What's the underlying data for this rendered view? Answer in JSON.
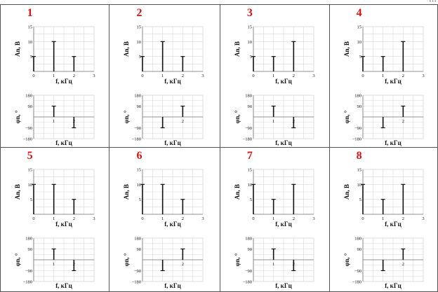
{
  "page": {
    "corner_text": "…"
  },
  "colors": {
    "accent": "#e01010",
    "grid": "#d9d9d9",
    "border": "#555555",
    "axis": "#777777",
    "stem": "#111111"
  },
  "chart_data": [
    {
      "number": "1",
      "amplitude": {
        "type": "bar",
        "ylabel": "An, B",
        "xlabel": "f, кГц",
        "x": [
          0,
          1,
          2
        ],
        "values": [
          5,
          10,
          5
        ],
        "ylim": [
          0,
          15
        ],
        "yticks": [
          "5",
          "10",
          "15"
        ],
        "xlim": [
          0,
          3
        ],
        "xticks": [
          "0",
          "1",
          "2",
          "3"
        ],
        "grid": true
      },
      "phase": {
        "type": "bar",
        "ylabel": "φn, °",
        "xlabel": "f, кГц",
        "x": [
          1,
          2
        ],
        "values": [
          90,
          -90
        ],
        "ylim": [
          -180,
          180
        ],
        "yticks": [
          "180",
          "90",
          "−90",
          "−180"
        ],
        "xlim": [
          0,
          3
        ],
        "xticks": [
          "1",
          "2"
        ],
        "grid": true
      }
    },
    {
      "number": "2",
      "amplitude": {
        "type": "bar",
        "ylabel": "An, B",
        "xlabel": "f, кГц",
        "x": [
          0,
          1,
          2
        ],
        "values": [
          5,
          10,
          5
        ],
        "ylim": [
          0,
          15
        ],
        "yticks": [
          "5",
          "10",
          "15"
        ],
        "xlim": [
          0,
          3
        ],
        "xticks": [
          "0",
          "1",
          "2",
          "3"
        ],
        "grid": true
      },
      "phase": {
        "type": "bar",
        "ylabel": "φn, °",
        "xlabel": "f, кГц",
        "x": [
          1,
          2
        ],
        "values": [
          -90,
          90
        ],
        "ylim": [
          -180,
          180
        ],
        "yticks": [
          "180",
          "90",
          "−90",
          "−180"
        ],
        "xlim": [
          0,
          3
        ],
        "xticks": [
          "1",
          "2"
        ],
        "grid": true
      }
    },
    {
      "number": "3",
      "amplitude": {
        "type": "bar",
        "ylabel": "An, B",
        "xlabel": "f, кГц",
        "x": [
          0,
          1,
          2
        ],
        "values": [
          5,
          5,
          10
        ],
        "ylim": [
          0,
          15
        ],
        "yticks": [
          "5",
          "10",
          "15"
        ],
        "xlim": [
          0,
          3
        ],
        "xticks": [
          "0",
          "1",
          "2",
          "3"
        ],
        "grid": true
      },
      "phase": {
        "type": "bar",
        "ylabel": "φn, °",
        "xlabel": "f, кГц",
        "x": [
          1,
          2
        ],
        "values": [
          90,
          -90
        ],
        "ylim": [
          -180,
          180
        ],
        "yticks": [
          "180",
          "90",
          "−90",
          "−180"
        ],
        "xlim": [
          0,
          3
        ],
        "xticks": [
          "1",
          "2"
        ],
        "grid": true
      }
    },
    {
      "number": "4",
      "amplitude": {
        "type": "bar",
        "ylabel": "An, B",
        "xlabel": "f, кГц",
        "x": [
          0,
          1,
          2
        ],
        "values": [
          5,
          5,
          10
        ],
        "ylim": [
          0,
          15
        ],
        "yticks": [
          "5",
          "10",
          "15"
        ],
        "xlim": [
          0,
          3
        ],
        "xticks": [
          "0",
          "1",
          "2",
          "3"
        ],
        "grid": true
      },
      "phase": {
        "type": "bar",
        "ylabel": "φn, °",
        "xlabel": "f, кГц",
        "x": [
          1,
          2
        ],
        "values": [
          -90,
          90
        ],
        "ylim": [
          -180,
          180
        ],
        "yticks": [
          "180",
          "90",
          "−90",
          "−180"
        ],
        "xlim": [
          0,
          3
        ],
        "xticks": [
          "1",
          "2"
        ],
        "grid": true
      }
    },
    {
      "number": "5",
      "amplitude": {
        "type": "bar",
        "ylabel": "An, B",
        "xlabel": "f, кГц",
        "x": [
          0,
          1,
          2
        ],
        "values": [
          10,
          10,
          5
        ],
        "ylim": [
          0,
          15
        ],
        "yticks": [
          "5",
          "10",
          "15"
        ],
        "xlim": [
          0,
          3
        ],
        "xticks": [
          "0",
          "1",
          "2",
          "3"
        ],
        "grid": true
      },
      "phase": {
        "type": "bar",
        "ylabel": "φn, °",
        "xlabel": "f, кГц",
        "x": [
          1,
          2
        ],
        "values": [
          90,
          -90
        ],
        "ylim": [
          -180,
          180
        ],
        "yticks": [
          "180",
          "90",
          "−90",
          "−180"
        ],
        "xlim": [
          0,
          3
        ],
        "xticks": [
          "1",
          "2"
        ],
        "grid": true
      }
    },
    {
      "number": "6",
      "amplitude": {
        "type": "bar",
        "ylabel": "An, B",
        "xlabel": "f, кГц",
        "x": [
          0,
          1,
          2
        ],
        "values": [
          10,
          10,
          5
        ],
        "ylim": [
          0,
          15
        ],
        "yticks": [
          "5",
          "10",
          "15"
        ],
        "xlim": [
          0,
          3
        ],
        "xticks": [
          "0",
          "1",
          "2",
          "3"
        ],
        "grid": true
      },
      "phase": {
        "type": "bar",
        "ylabel": "φn, °",
        "xlabel": "f, кГц",
        "x": [
          1,
          2
        ],
        "values": [
          -90,
          90
        ],
        "ylim": [
          -180,
          180
        ],
        "yticks": [
          "180",
          "90",
          "−90",
          "−180"
        ],
        "xlim": [
          0,
          3
        ],
        "xticks": [
          "1",
          "2"
        ],
        "grid": true
      }
    },
    {
      "number": "7",
      "amplitude": {
        "type": "bar",
        "ylabel": "An, B",
        "xlabel": "f, кГц",
        "x": [
          0,
          1,
          2
        ],
        "values": [
          10,
          5,
          10
        ],
        "ylim": [
          0,
          15
        ],
        "yticks": [
          "5",
          "10",
          "15"
        ],
        "xlim": [
          0,
          3
        ],
        "xticks": [
          "0",
          "1",
          "2",
          "3"
        ],
        "grid": true
      },
      "phase": {
        "type": "bar",
        "ylabel": "φn, °",
        "xlabel": "f, кГц",
        "x": [
          1,
          2
        ],
        "values": [
          90,
          -90
        ],
        "ylim": [
          -180,
          180
        ],
        "yticks": [
          "180",
          "90",
          "−90",
          "−180"
        ],
        "xlim": [
          0,
          3
        ],
        "xticks": [
          "1",
          "2"
        ],
        "grid": true
      }
    },
    {
      "number": "8",
      "amplitude": {
        "type": "bar",
        "ylabel": "An, B",
        "xlabel": "f, кГц",
        "x": [
          0,
          1,
          2
        ],
        "values": [
          10,
          5,
          10
        ],
        "ylim": [
          0,
          15
        ],
        "yticks": [
          "5",
          "10",
          "15"
        ],
        "xlim": [
          0,
          3
        ],
        "xticks": [
          "0",
          "1",
          "2",
          "3"
        ],
        "grid": true
      },
      "phase": {
        "type": "bar",
        "ylabel": "φn, °",
        "xlabel": "f, кГц",
        "x": [
          1,
          2
        ],
        "values": [
          -90,
          90
        ],
        "ylim": [
          -180,
          180
        ],
        "yticks": [
          "180",
          "90",
          "−90",
          "−180"
        ],
        "xlim": [
          0,
          3
        ],
        "xticks": [
          "1",
          "2"
        ],
        "grid": true
      }
    }
  ]
}
